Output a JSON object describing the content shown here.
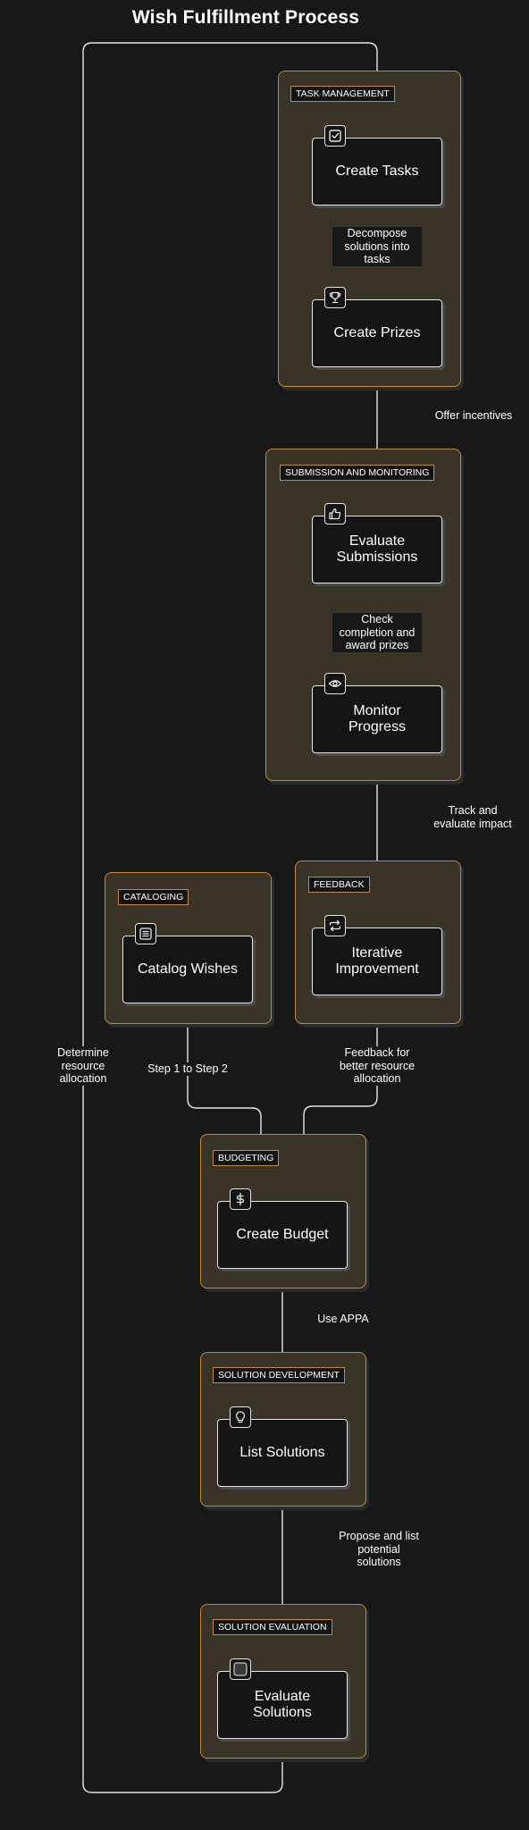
{
  "diagram": {
    "title": "Wish Fulfillment Process",
    "groups": {
      "task_management": "TASK MANAGEMENT",
      "submission": "SUBMISSION AND MONITORING",
      "cataloging": "CATALOGING",
      "feedback": "FEEDBACK",
      "budgeting": "BUDGETING",
      "solution_development": "SOLUTION DEVELOPMENT",
      "solution_evaluation": "SOLUTION EVALUATION"
    },
    "nodes": {
      "create_tasks": "Create Tasks",
      "create_prizes": "Create Prizes",
      "evaluate_submissions": "Evaluate\nSubmissions",
      "monitor_progress": "Monitor\nProgress",
      "catalog_wishes": "Catalog Wishes",
      "iterative_improvement": "Iterative\nImprovement",
      "create_budget": "Create Budget",
      "list_solutions": "List Solutions",
      "evaluate_solutions": "Evaluate\nSolutions"
    },
    "icons": {
      "create_tasks": "checkbox-icon",
      "create_prizes": "trophy-icon",
      "evaluate_submissions": "thumbs-up-icon",
      "monitor_progress": "eye-icon",
      "catalog_wishes": "list-icon",
      "iterative_improvement": "repeat-icon",
      "create_budget": "dollar-icon",
      "list_solutions": "lightbulb-icon",
      "evaluate_solutions": "square-icon"
    },
    "edge_labels": {
      "decompose": "Decompose\nsolutions into\ntasks",
      "offer_incentives": "Offer incentives",
      "check_completion": "Check\ncompletion and\naward prizes",
      "track": "Track and\nevaluate impact",
      "determine": "Determine\nresource\nallocation",
      "step": "Step 1 to Step 2",
      "feedback_for": "Feedback for\nbetter resource\nallocation",
      "use_appa": "Use APPA",
      "propose": "Propose and list\npotential\nsolutions"
    },
    "colors": {
      "background": "#181818",
      "group_fill": "#3a3428",
      "group_border": "#c28a3a",
      "node_fill": "#151515",
      "line": "#e6e6e6"
    }
  }
}
